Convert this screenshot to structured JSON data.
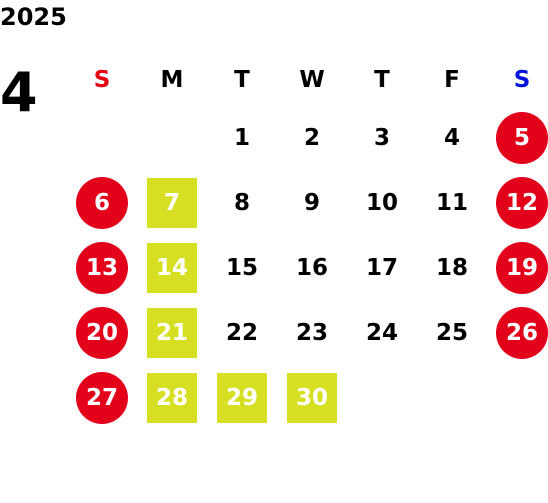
{
  "calendar": {
    "year": "2025",
    "month": "4",
    "weekdays": [
      "S",
      "M",
      "T",
      "W",
      "T",
      "F",
      "S"
    ],
    "colors": {
      "sunday_header": "#e50012",
      "saturday_header": "#0014dc",
      "holiday_circle": "#e3001b",
      "marked_square": "#d7df23"
    },
    "weeks": [
      [
        {
          "d": "",
          "s": "empty"
        },
        {
          "d": "",
          "s": "empty"
        },
        {
          "d": "1",
          "s": "normal"
        },
        {
          "d": "2",
          "s": "normal"
        },
        {
          "d": "3",
          "s": "normal"
        },
        {
          "d": "4",
          "s": "normal"
        },
        {
          "d": "5",
          "s": "holiday"
        }
      ],
      [
        {
          "d": "6",
          "s": "holiday"
        },
        {
          "d": "7",
          "s": "mark"
        },
        {
          "d": "8",
          "s": "normal"
        },
        {
          "d": "9",
          "s": "normal"
        },
        {
          "d": "10",
          "s": "normal"
        },
        {
          "d": "11",
          "s": "normal"
        },
        {
          "d": "12",
          "s": "holiday"
        }
      ],
      [
        {
          "d": "13",
          "s": "holiday"
        },
        {
          "d": "14",
          "s": "mark"
        },
        {
          "d": "15",
          "s": "normal"
        },
        {
          "d": "16",
          "s": "normal"
        },
        {
          "d": "17",
          "s": "normal"
        },
        {
          "d": "18",
          "s": "normal"
        },
        {
          "d": "19",
          "s": "holiday"
        }
      ],
      [
        {
          "d": "20",
          "s": "holiday"
        },
        {
          "d": "21",
          "s": "mark"
        },
        {
          "d": "22",
          "s": "normal"
        },
        {
          "d": "23",
          "s": "normal"
        },
        {
          "d": "24",
          "s": "normal"
        },
        {
          "d": "25",
          "s": "normal"
        },
        {
          "d": "26",
          "s": "holiday"
        }
      ],
      [
        {
          "d": "27",
          "s": "holiday"
        },
        {
          "d": "28",
          "s": "mark"
        },
        {
          "d": "29",
          "s": "mark"
        },
        {
          "d": "30",
          "s": "mark"
        },
        {
          "d": "",
          "s": "empty"
        },
        {
          "d": "",
          "s": "empty"
        },
        {
          "d": "",
          "s": "empty"
        }
      ]
    ]
  }
}
